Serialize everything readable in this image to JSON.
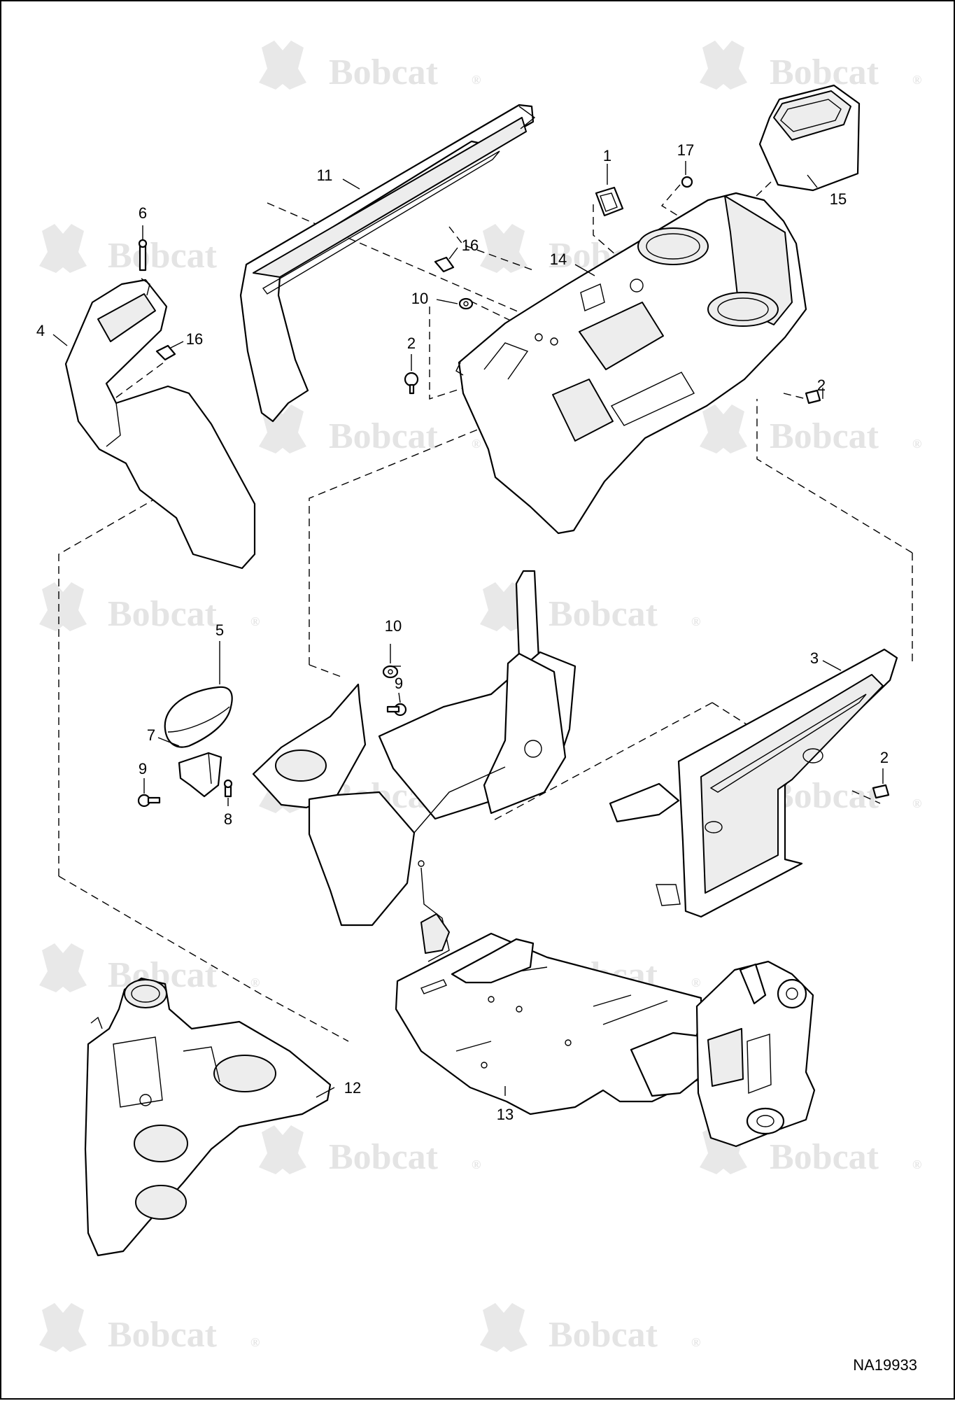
{
  "watermark": {
    "brand_text": "Bobcat",
    "registered_mark": "®"
  },
  "figure_id": "NA19933",
  "callouts": [
    {
      "id": "callout-1",
      "label": "1"
    },
    {
      "id": "callout-17",
      "label": "17"
    },
    {
      "id": "callout-11",
      "label": "11"
    },
    {
      "id": "callout-15",
      "label": "15"
    },
    {
      "id": "callout-6",
      "label": "6"
    },
    {
      "id": "callout-16-top",
      "label": "16"
    },
    {
      "id": "callout-14",
      "label": "14"
    },
    {
      "id": "callout-4",
      "label": "4"
    },
    {
      "id": "callout-16-left",
      "label": "16"
    },
    {
      "id": "callout-10-top",
      "label": "10"
    },
    {
      "id": "callout-2-left",
      "label": "2"
    },
    {
      "id": "callout-2-right",
      "label": "2"
    },
    {
      "id": "callout-5",
      "label": "5"
    },
    {
      "id": "callout-10-mid",
      "label": "10"
    },
    {
      "id": "callout-3",
      "label": "3"
    },
    {
      "id": "callout-9-right",
      "label": "9"
    },
    {
      "id": "callout-7",
      "label": "7"
    },
    {
      "id": "callout-9-left",
      "label": "9"
    },
    {
      "id": "callout-2-lower",
      "label": "2"
    },
    {
      "id": "callout-8",
      "label": "8"
    },
    {
      "id": "callout-12",
      "label": "12"
    },
    {
      "id": "callout-13",
      "label": "13"
    }
  ]
}
